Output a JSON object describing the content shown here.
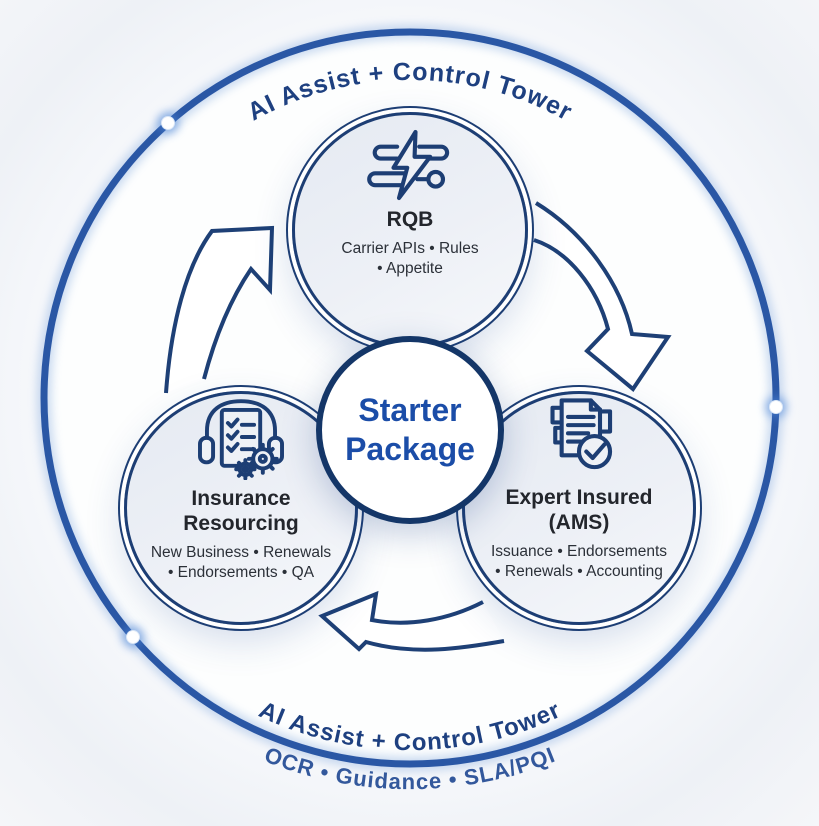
{
  "ring": {
    "top_label": "AI Assist + Control Tower",
    "bottom_label": "AI Assist + Control Tower",
    "bottom_sublabel": "OCR • Guidance • SLA/PQI"
  },
  "center": {
    "line1": "Starter",
    "line2": "Package"
  },
  "nodes": {
    "rqb": {
      "title": "RQB",
      "subtitle_line1": "Carrier APIs • Rules",
      "subtitle_line2": "• Appetite",
      "icon": "lightning-sliders-icon"
    },
    "expert_insured": {
      "title_line1": "Expert Insured",
      "title_line2": "(AMS)",
      "subtitle_line1": "Issuance • Endorsements",
      "subtitle_line2": "• Renewals • Accounting",
      "icon": "documents-check-icon"
    },
    "insurance_resourcing": {
      "title_line1": "Insurance",
      "title_line2": "Resourcing",
      "subtitle_line1": "New Business • Renewals",
      "subtitle_line2": "• Endorsements • QA",
      "icon": "headset-checklist-gears-icon"
    }
  },
  "colors": {
    "ring_blue": "#2a57a5",
    "navy_border": "#1d3e74",
    "center_text_blue": "#1b4da8",
    "curved_text_navy": "#1e4080",
    "curved_subtext_blue": "#33589c",
    "title_text": "#23262c",
    "subtitle_text": "#2b3038",
    "node_fill": "#edf0f6"
  }
}
